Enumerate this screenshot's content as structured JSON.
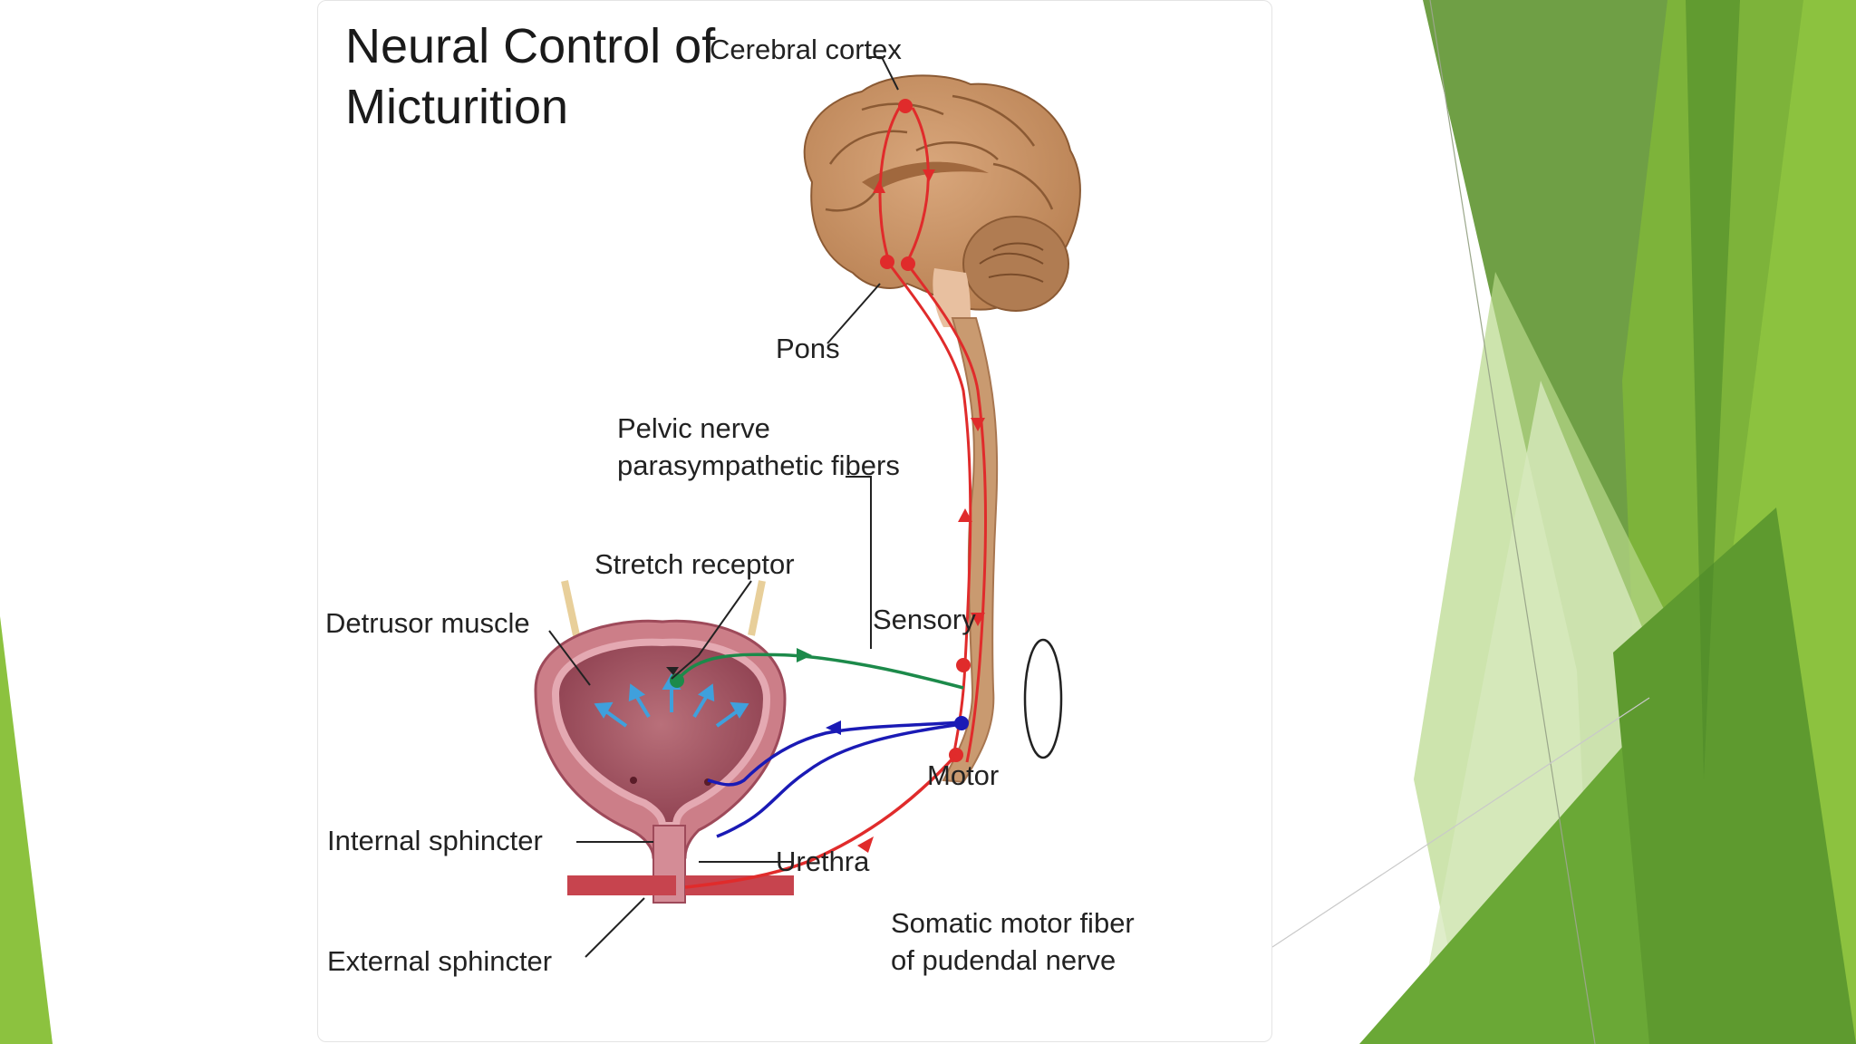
{
  "title_line1": "Neural Control of",
  "title_line2": "Micturition",
  "labels": {
    "cerebral_cortex": "Cerebral cortex",
    "pons": "Pons",
    "pelvic_nerve_1": "Pelvic nerve",
    "pelvic_nerve_2": "parasympathetic fibers",
    "stretch_receptor": "Stretch receptor",
    "detrusor_muscle": "Detrusor muscle",
    "sensory": "Sensory",
    "motor": "Motor",
    "internal_sphincter": "Internal  sphincter",
    "urethra": "Urethra",
    "external_sphincter": "External  sphincter",
    "somatic_1": "Somatic motor fiber",
    "somatic_2": "of pudendal nerve"
  },
  "colors": {
    "neural_pathway": "#e02b2b",
    "sensory_fiber": "#1c8a4a",
    "motor_fiber": "#1a1ab5",
    "bladder": "#c46b7a",
    "brain": "#c9946a",
    "stretch_arrows": "#3fa0dc",
    "slide_accent": "#7cb83a"
  }
}
